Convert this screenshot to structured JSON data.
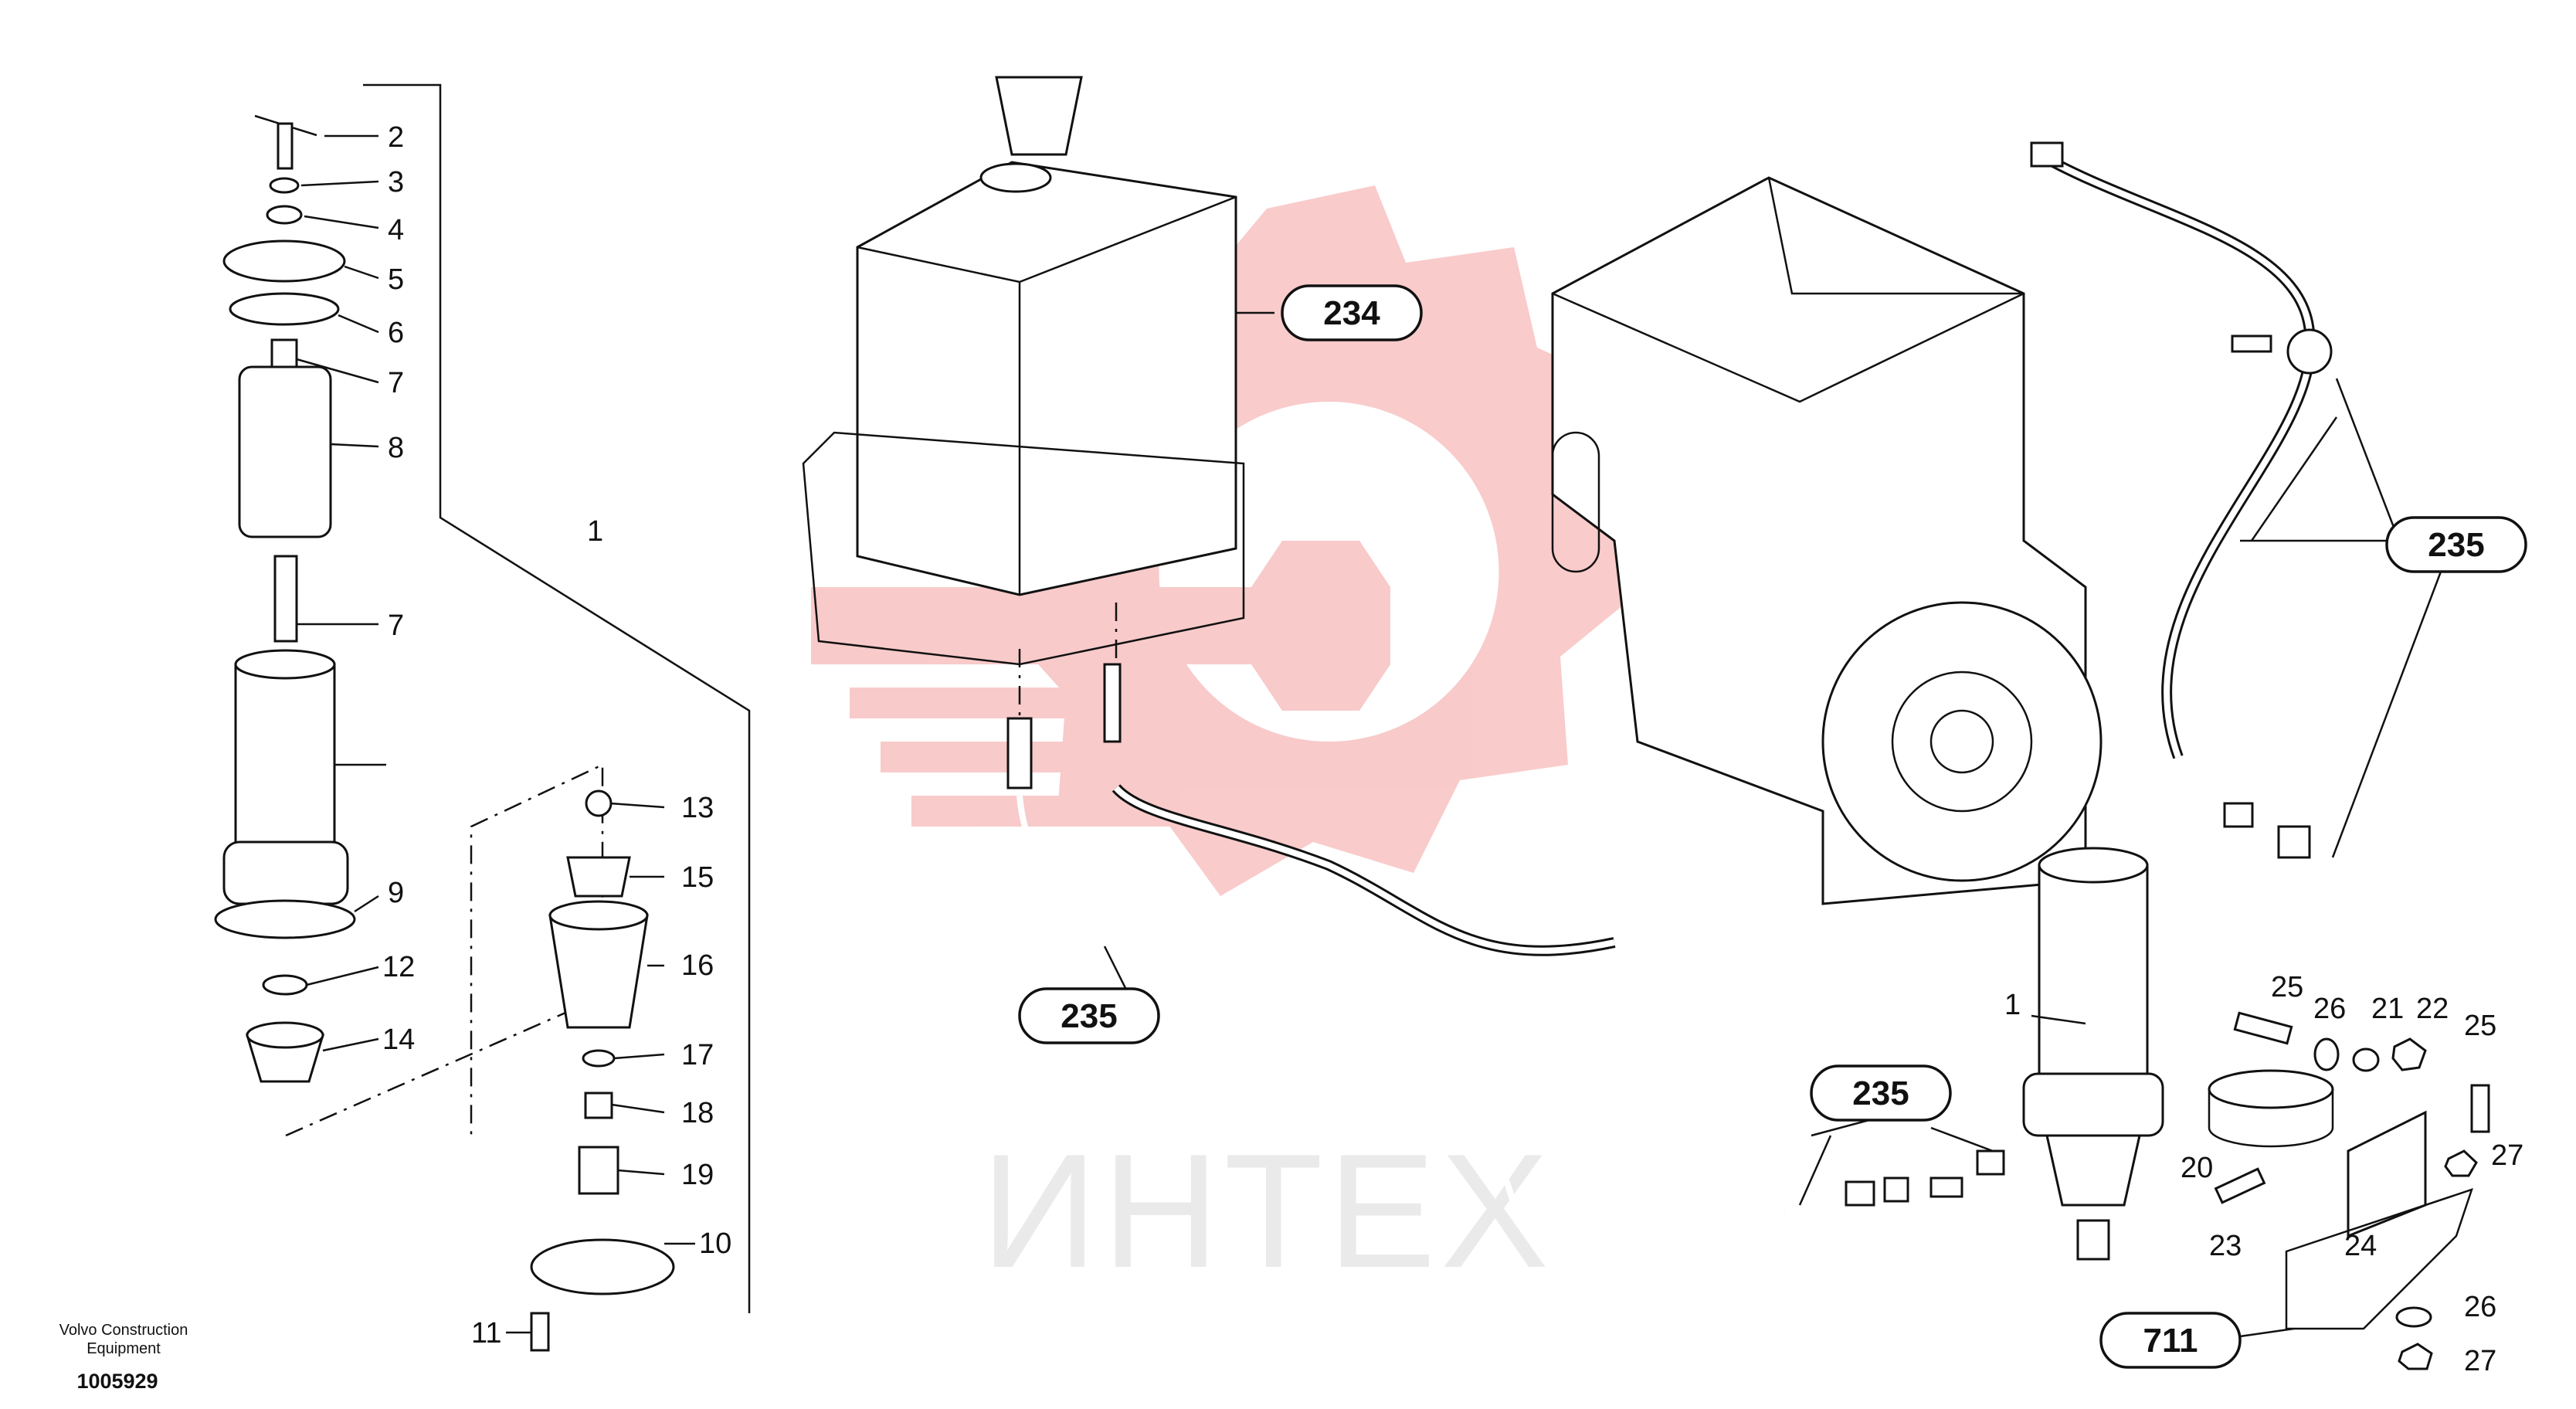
{
  "watermark": {
    "text": "ИНТЕХ",
    "color": "#f08080"
  },
  "credit": {
    "line1": "Volvo Construction",
    "line2": "Equipment"
  },
  "doc_number": "1005929",
  "callouts": [
    {
      "id": "c234a",
      "text": "234"
    },
    {
      "id": "c235a",
      "text": "235"
    },
    {
      "id": "c235b",
      "text": "235"
    },
    {
      "id": "c235c",
      "text": "235"
    },
    {
      "id": "c711",
      "text": "711"
    }
  ],
  "labels": [
    "2",
    "3",
    "4",
    "5",
    "6",
    "7",
    "8",
    "7",
    "9",
    "12",
    "14",
    "1",
    "13",
    "15",
    "16",
    "17",
    "18",
    "19",
    "10",
    "11",
    "1",
    "25",
    "26",
    "21",
    "22",
    "25",
    "20",
    "27",
    "23",
    "24",
    "26",
    "27"
  ]
}
